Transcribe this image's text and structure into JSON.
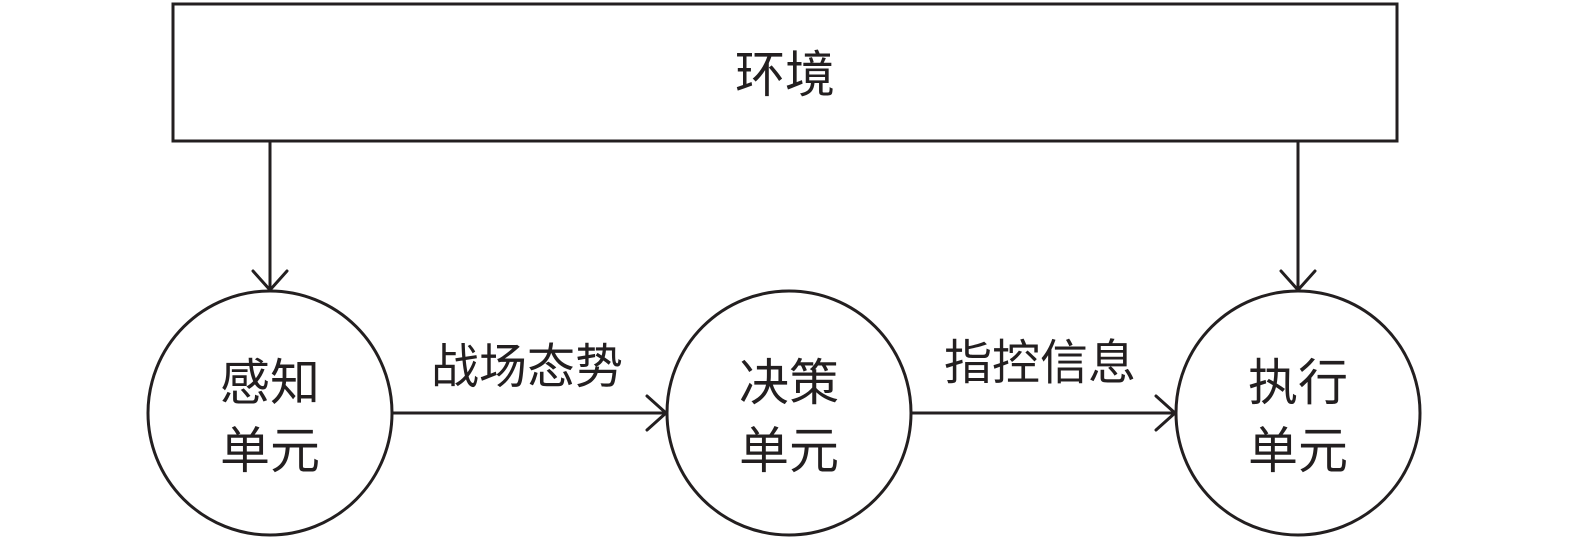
{
  "diagram": {
    "environment": {
      "label": "环境"
    },
    "nodes": [
      {
        "id": "perception",
        "line1": "感知",
        "line2": "单元"
      },
      {
        "id": "decision",
        "line1": "决策",
        "line2": "单元"
      },
      {
        "id": "execution",
        "line1": "执行",
        "line2": "单元"
      }
    ],
    "edges": [
      {
        "from": "environment",
        "to": "perception",
        "label": ""
      },
      {
        "from": "environment",
        "to": "execution",
        "label": ""
      },
      {
        "from": "perception",
        "to": "decision",
        "label": "战场态势"
      },
      {
        "from": "decision",
        "to": "execution",
        "label": "指控信息"
      }
    ]
  }
}
